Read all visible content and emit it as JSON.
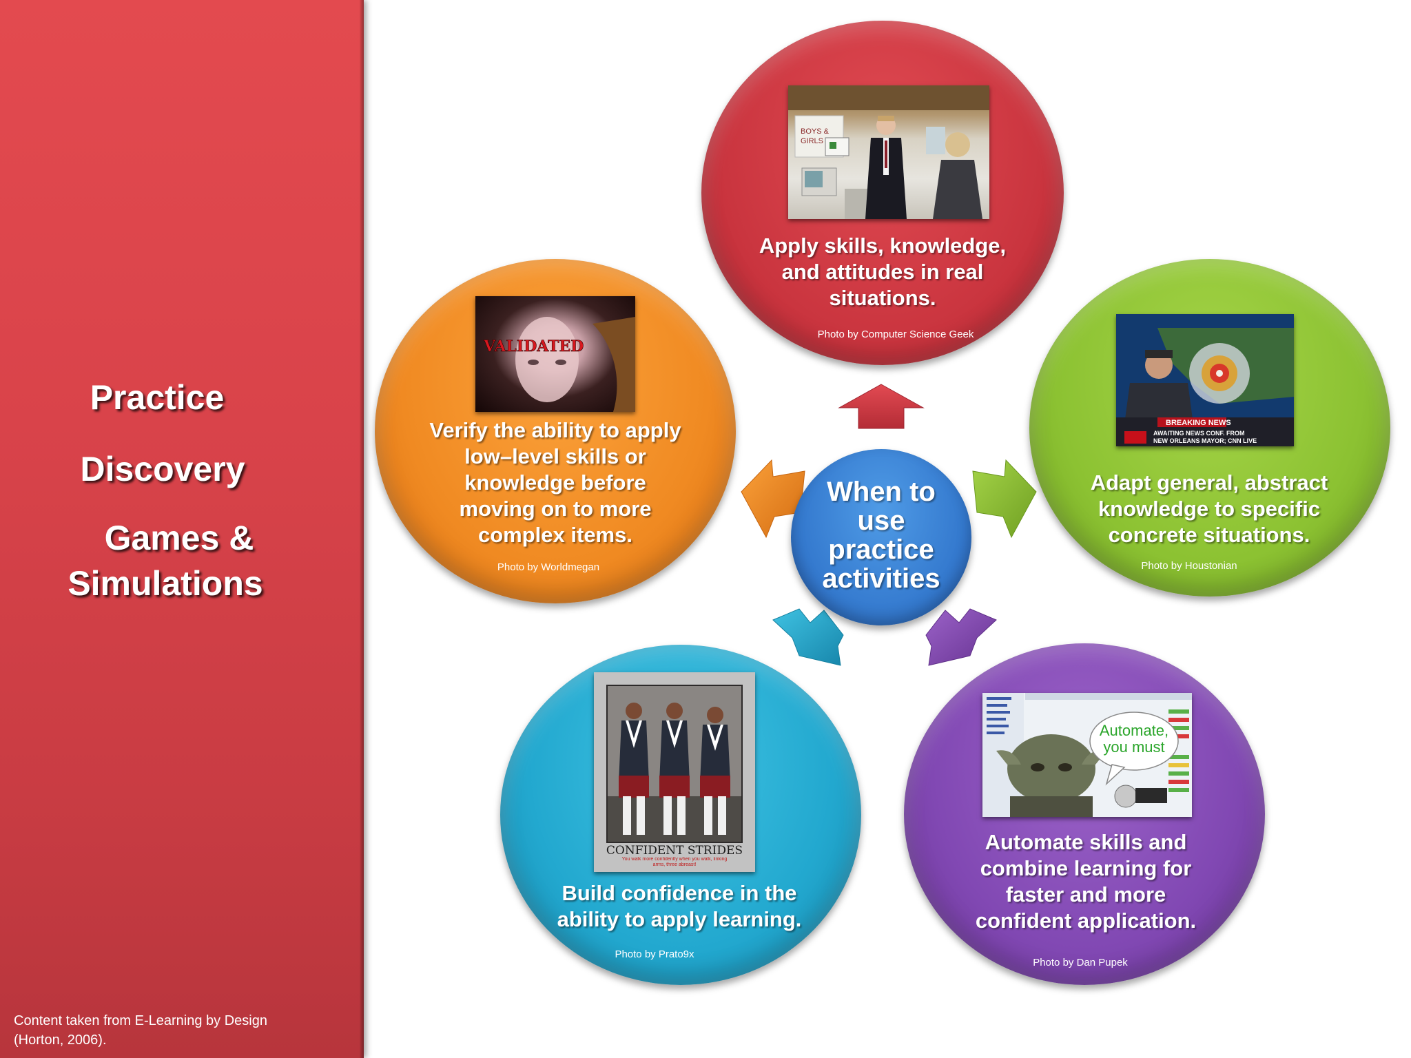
{
  "sidebar": {
    "topics": [
      "Practice",
      "Discovery",
      "Games &",
      "Simulations"
    ],
    "source_line_1": "Content taken from  E-Learning by Design",
    "source_line_2": "(Horton, 2006)."
  },
  "center": {
    "lines": [
      "When to",
      "use",
      "practice",
      "activities"
    ]
  },
  "bubbles": {
    "red": {
      "lines": [
        "Apply skills, knowledge,",
        "and attitudes in real",
        "situations."
      ],
      "credit": "Photo by Computer Science Geek",
      "color": "#c9343e"
    },
    "orange": {
      "lines": [
        "Verify the ability to apply",
        "low–level skills  or",
        "knowledge before",
        "moving on to more",
        "complex items."
      ],
      "credit": "Photo by Worldmegan",
      "photo_caption": "VALIDATED",
      "color": "#f08a22"
    },
    "green": {
      "lines": [
        "Adapt general, abstract",
        "knowledge to specific",
        "concrete situations."
      ],
      "credit": "Photo by Houstonian",
      "photo_caption_1": "BREAKING NEWS",
      "photo_caption_2": "AWAITING NEWS CONF. FROM",
      "photo_caption_3": "NEW ORLEANS MAYOR; CNN LIVE",
      "color": "#8cc232"
    },
    "cyan": {
      "lines": [
        "Build confidence in the",
        "ability to apply learning."
      ],
      "credit": "Photo by Prato9x",
      "photo_caption": "CONFIDENT STRIDES",
      "photo_subcaption": "You walk more confidently when you walk, linking arms, three abreast!",
      "color": "#22a8cf"
    },
    "purple": {
      "lines": [
        "Automate skills and",
        "combine learning for",
        "faster and more",
        "confident application."
      ],
      "credit": "Photo by Dan Pupek",
      "photo_caption_1": "Automate,",
      "photo_caption_2": "you must",
      "color": "#8148b3"
    }
  }
}
